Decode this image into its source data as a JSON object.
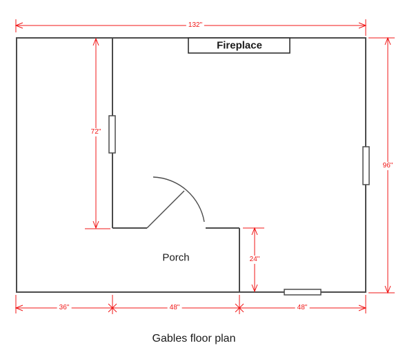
{
  "title": "Gables floor plan",
  "colors": {
    "wall": "#4a4a4a",
    "dimension": "#f01414",
    "text": "#1a1a1a",
    "background": "#ffffff"
  },
  "rooms": {
    "fireplace_label": "Fireplace",
    "porch_label": "Porch"
  },
  "dimensions": {
    "overall_width": "132\"",
    "overall_height": "96\"",
    "interior_wall_height": "72\"",
    "porch_depth": "24\"",
    "bottom_segments": [
      "36\"",
      "48\"",
      "48\""
    ]
  }
}
